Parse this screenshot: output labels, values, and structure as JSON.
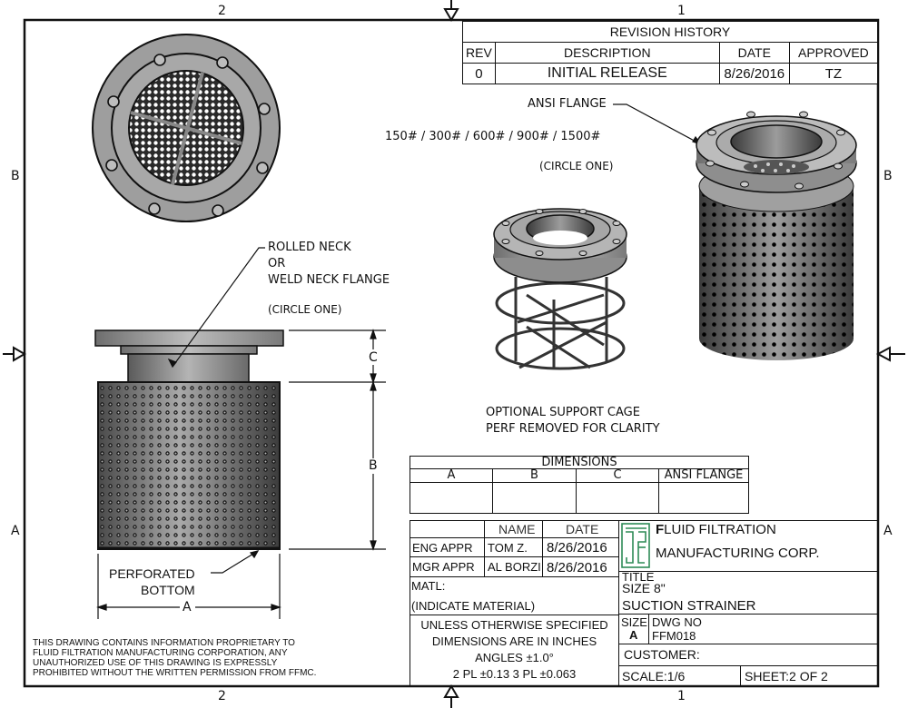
{
  "zones": {
    "top": [
      "2",
      "1"
    ],
    "bottom": [
      "2",
      "1"
    ],
    "left": [
      "B",
      "A"
    ],
    "right": [
      "B",
      "A"
    ]
  },
  "revision_history": {
    "title": "REVISION HISTORY",
    "headers": [
      "REV",
      "DESCRIPTION",
      "DATE",
      "APPROVED"
    ],
    "rows": [
      {
        "rev": "0",
        "description": "INITIAL RELEASE",
        "date": "8/26/2016",
        "approved": "TZ"
      }
    ]
  },
  "callouts": {
    "ansi_flange": "ANSI FLANGE",
    "flange_classes": "150# / 300# / 600# / 900# / 1500#",
    "flange_circle_one": "(CIRCLE ONE)",
    "neck_line1": "ROLLED NECK",
    "neck_line2": "OR",
    "neck_line3": "WELD NECK FLANGE",
    "neck_circle_one": "(CIRCLE ONE)",
    "cage_line1": "OPTIONAL SUPPORT CAGE",
    "cage_line2": "PERF REMOVED FOR CLARITY",
    "perforated_line1": "PERFORATED",
    "perforated_line2": "BOTTOM",
    "dim_a": "A",
    "dim_b": "B",
    "dim_c": "C"
  },
  "dimensions_table": {
    "title": "DIMENSIONS",
    "headers": [
      "A",
      "B",
      "C",
      "ANSI FLANGE"
    ],
    "values": [
      "",
      "",
      "",
      ""
    ]
  },
  "approvals": {
    "headers": [
      "",
      "NAME",
      "DATE"
    ],
    "rows": [
      {
        "role": "ENG APPR",
        "name": "TOM Z.",
        "date": "8/26/2016"
      },
      {
        "role": "MGR APPR",
        "name": "AL BORZI",
        "date": "8/26/2016"
      }
    ],
    "material_label": "MATL:",
    "material_value": "(INDICATE MATERIAL)"
  },
  "tolerances": {
    "line1": "UNLESS OTHERWISE SPECIFIED",
    "line2": "DIMENSIONS ARE IN INCHES",
    "line3": "ANGLES ±1.0°",
    "line4": "2 PL ±0.13 3 PL ±0.063"
  },
  "company": {
    "name_line1_initial": "F",
    "name_line1_rest": "LUID FILTRATION",
    "name_line2": "MANUFACTURING CORP.",
    "logo_color": "#2e8b57"
  },
  "title_block": {
    "title_label": "TITLE",
    "title_line1": "SIZE 8\"",
    "title_line2": "SUCTION STRAINER",
    "size_label": "SIZE",
    "size_value": "A",
    "dwg_no_label": "DWG NO",
    "dwg_no_value": "FFM018",
    "customer_label": "CUSTOMER:",
    "scale": "SCALE:1/6",
    "sheet": "SHEET:2  OF 2"
  },
  "proprietary_notice": [
    "THIS DRAWING CONTAINS INFORMATION PROPRIETARY TO",
    "FLUID FILTRATION MANUFACTURING CORPORATION, ANY",
    "UNAUTHORIZED USE OF THIS DRAWING IS EXPRESSLY",
    "PROHIBITED WITHOUT THE WRITTEN PERMISSION FROM FFMC."
  ]
}
